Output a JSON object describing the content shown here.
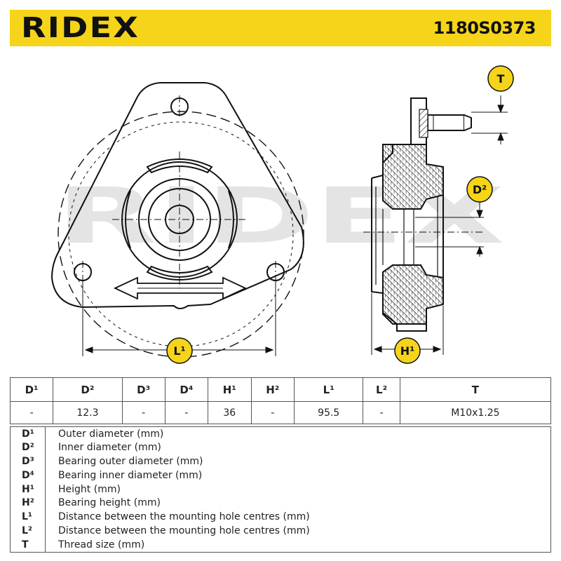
{
  "header": {
    "brand": "RIDEX",
    "part_number": "1180S0373"
  },
  "colors": {
    "brand_yellow": "#f5d41a",
    "callout_yellow": "#f5d41a",
    "line": "#111111",
    "watermark": "#e4e4e4"
  },
  "drawing": {
    "watermark": "RIDEX",
    "callouts": {
      "T": "T",
      "D2": "D²",
      "L1": "L¹",
      "H1": "H¹"
    }
  },
  "spec_table": {
    "headers": [
      "D¹",
      "D²",
      "D³",
      "D⁴",
      "H¹",
      "H²",
      "L¹",
      "L²",
      "T"
    ],
    "values": [
      "-",
      "12.3",
      "-",
      "-",
      "36",
      "-",
      "95.5",
      "-",
      "M10x1.25"
    ]
  },
  "legend": [
    {
      "key": "D¹",
      "desc": "Outer diameter (mm)"
    },
    {
      "key": "D²",
      "desc": "Inner diameter (mm)"
    },
    {
      "key": "D³",
      "desc": "Bearing outer diameter (mm)"
    },
    {
      "key": "D⁴",
      "desc": "Bearing inner diameter (mm)"
    },
    {
      "key": "H¹",
      "desc": "Height (mm)"
    },
    {
      "key": "H²",
      "desc": "Bearing height (mm)"
    },
    {
      "key": "L¹",
      "desc": "Distance between the mounting hole centres (mm)"
    },
    {
      "key": "L²",
      "desc": "Distance between the mounting hole centres (mm)"
    },
    {
      "key": "T",
      "desc": "Thread size (mm)"
    }
  ]
}
